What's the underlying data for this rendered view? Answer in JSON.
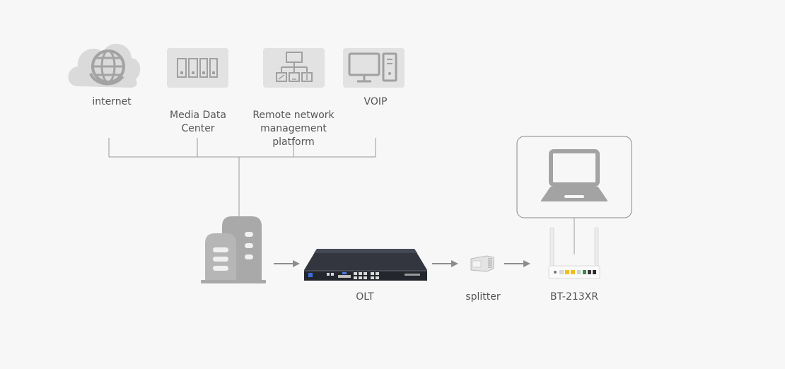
{
  "services": [
    {
      "label": "internet",
      "icon": "globe-cloud-icon"
    },
    {
      "label": "Media Data\nCenter",
      "icon": "server-rack-icon"
    },
    {
      "label": "Remote network\nmanagement\nplatform",
      "icon": "network-management-icon"
    },
    {
      "label": "VOIP",
      "icon": "desktop-computer-icon"
    }
  ],
  "devices": {
    "building": {
      "icon": "building-icon"
    },
    "olt": {
      "label": "OLT",
      "icon": "olt-device-icon"
    },
    "splitter": {
      "label": "splitter",
      "icon": "splitter-icon"
    },
    "router": {
      "label": "BT-213XR",
      "icon": "router-icon"
    },
    "laptop": {
      "icon": "laptop-icon"
    }
  },
  "colors": {
    "background": "#f7f7f7",
    "icon": "#a9a9a9",
    "line": "#9a9a9a",
    "tile": "#e2e2e2",
    "olt_body": "#2a2d36"
  }
}
